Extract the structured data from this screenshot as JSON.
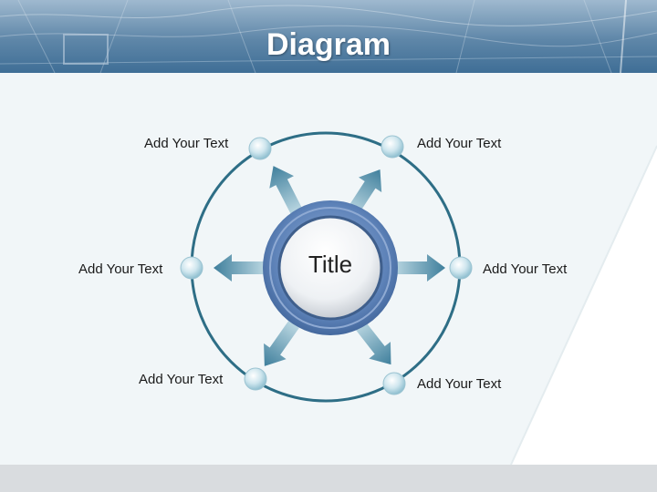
{
  "slide": {
    "title": "Diagram",
    "center_title": "Title",
    "nodes": [
      {
        "label": "Add Your Text"
      },
      {
        "label": "Add Your Text"
      },
      {
        "label": "Add Your Text"
      },
      {
        "label": "Add Your Text"
      },
      {
        "label": "Add Your Text"
      },
      {
        "label": "Add Your Text"
      }
    ]
  },
  "colors": {
    "header": "#4f7ba0",
    "ring": "#2e6e86",
    "arrow": "#4a87a2",
    "node": "#bcdbe6",
    "hub": "#5d82b8",
    "footer": "#d9dcdf"
  }
}
